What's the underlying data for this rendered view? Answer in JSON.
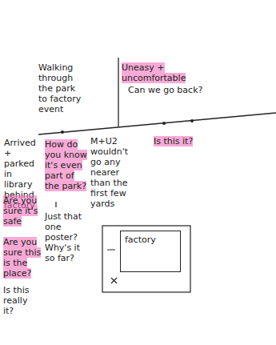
{
  "diagram": {
    "nodes": [
      {
        "text": [
          "factory"
        ]
      }
    ],
    "labels": [
      "Arrived + parked in library behind factory",
      "Are you sure it's safe",
      "Are you sure this is the place?",
      "Is this really it?",
      "Walking through the park to factory event",
      "How do you know it's even part of the park?",
      "Just that one poster? Why's it so far?",
      "Uneasy + uncomfortable",
      "Can we go back?",
      "Is this it?",
      "M+U2 wouldn't go any nearer than the first few yards"
    ]
  }
}
